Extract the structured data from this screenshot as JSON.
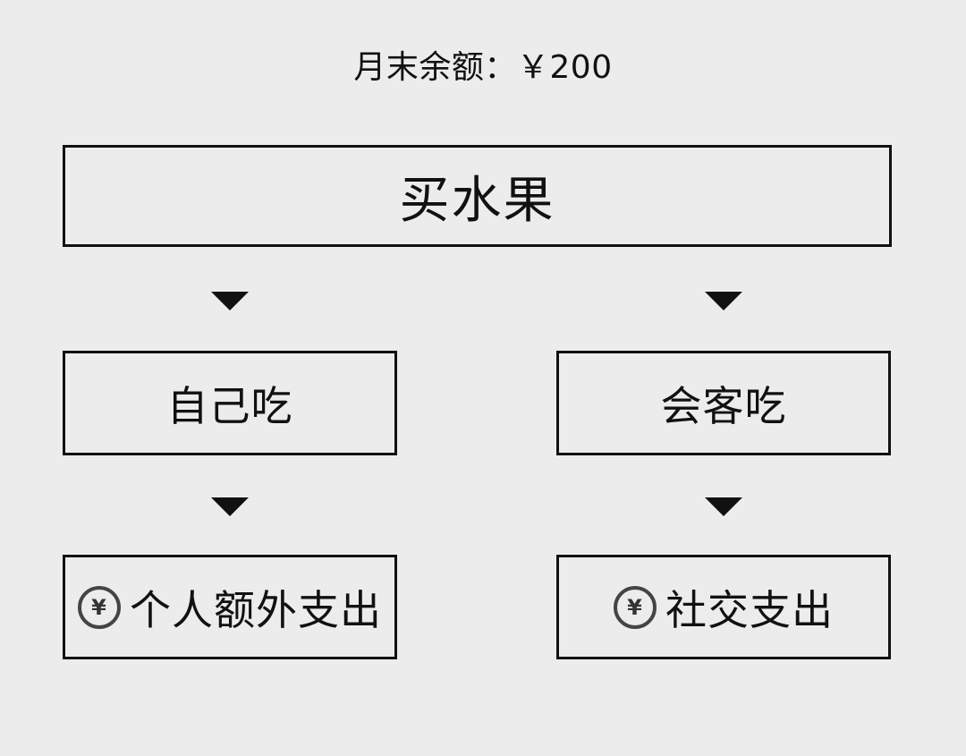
{
  "header": {
    "balance_text": "月末余额：￥200"
  },
  "nodes": {
    "root": "买水果",
    "left_mid": "自己吃",
    "right_mid": "会客吃",
    "left_bottom": "个人额外支出",
    "right_bottom": "社交支出"
  },
  "icons": {
    "coin_glyph": "¥"
  }
}
